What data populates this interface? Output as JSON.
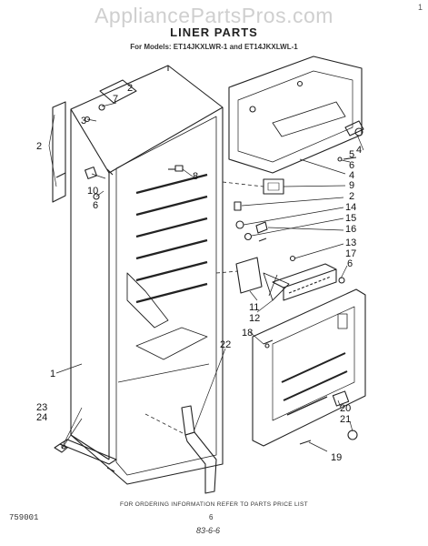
{
  "watermark": "AppliancePartsPros.com",
  "corner_mark": "1",
  "title": "LINER PARTS",
  "subtitle": "For Models: ET14JKXLWR-1 and ET14JKXLWL-1",
  "callouts": [
    "2",
    "7",
    "3",
    "2",
    "10",
    "6",
    "8",
    "4",
    "5",
    "6",
    "4",
    "9",
    "2",
    "14",
    "15",
    "16",
    "13",
    "17",
    "6",
    "11",
    "12",
    "18",
    "22",
    "1",
    "23",
    "24",
    "20",
    "21",
    "19"
  ],
  "footer_note": "FOR ORDERING INFORMATION REFER TO PARTS PRICE LIST",
  "doc_number": "759001",
  "page_number": "6",
  "date_code": "83-6-6"
}
